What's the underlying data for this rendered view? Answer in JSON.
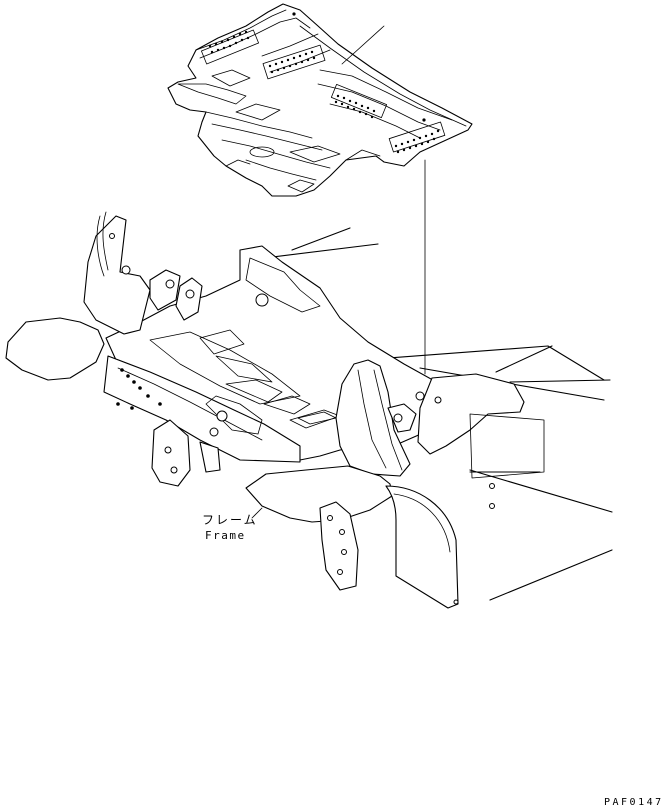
{
  "callout": {
    "label_jp": "フレーム",
    "label_en": "Frame"
  },
  "drawing_code": "PAF0147"
}
